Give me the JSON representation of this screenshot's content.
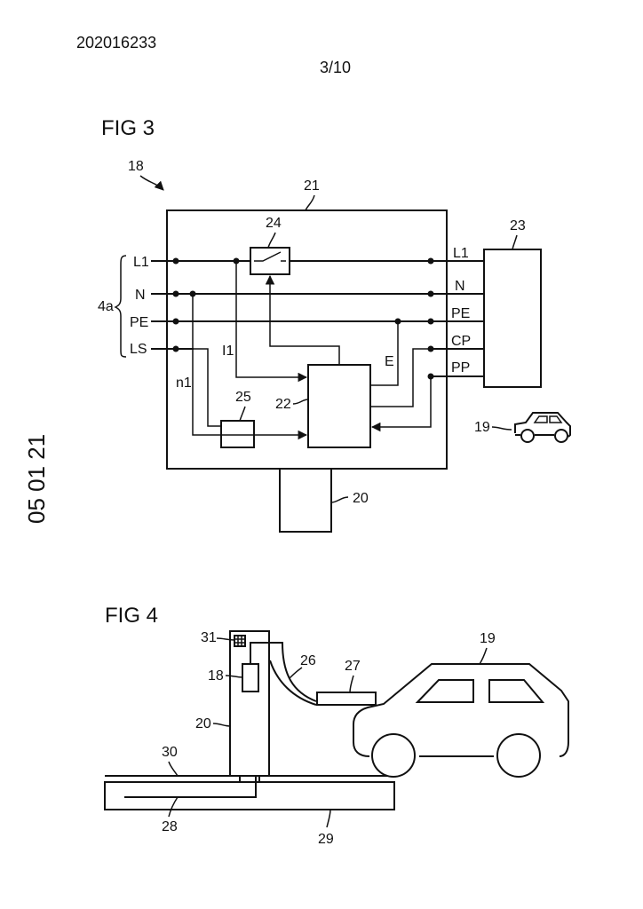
{
  "header": {
    "doc_number": "202016233",
    "page": "3/10",
    "side_date": "05 01 21"
  },
  "fig3": {
    "title": "FIG 3",
    "refs": {
      "device": "18",
      "housing": "21",
      "switch": "24",
      "socket": "23",
      "controller": "22",
      "module": "25",
      "pole": "20",
      "vehicle": "19",
      "input_group": "4a"
    },
    "inputs": [
      "L1",
      "N",
      "PE",
      "LS"
    ],
    "outputs": [
      "L1",
      "N",
      "PE",
      "CP",
      "PP"
    ],
    "signals": {
      "current": "I1",
      "neutral": "n1",
      "earth": "E"
    }
  },
  "fig4": {
    "title": "FIG 4",
    "refs": {
      "meter": "31",
      "device": "18",
      "pole": "20",
      "cable": "26",
      "plug": "27",
      "vehicle": "19",
      "ground_line": "30",
      "feed_cable": "28",
      "foundation": "29"
    }
  }
}
